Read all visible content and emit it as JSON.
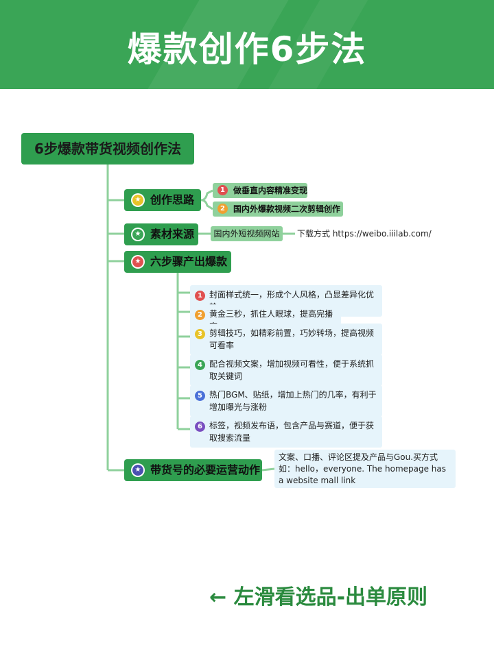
{
  "banner": {
    "title": "爆款创作6步法"
  },
  "mindmap": {
    "root": "6步爆款带货视频创作法",
    "branches": {
      "ideas": {
        "label": "创作思路",
        "star_color": "#e8c328",
        "items": [
          {
            "num": "1",
            "text": "做垂直内容精准变现",
            "color": "#e05050"
          },
          {
            "num": "2",
            "text": "国内外爆款视频二次剪辑创作",
            "color": "#f0a030"
          }
        ]
      },
      "sources": {
        "label": "素材来源",
        "star_color": "#3aa556",
        "item": "国内外短视频网站",
        "download": "下载方式 https://weibo.iiilab.com/"
      },
      "steps": {
        "label": "六步骤产出爆款",
        "star_color": "#e05050",
        "items": [
          {
            "num": "1",
            "text": "封面样式统一，形成个人风格，凸显差异化优势",
            "color": "#e05050"
          },
          {
            "num": "2",
            "text": "黄金三秒，抓住人眼球，提高完播率",
            "color": "#f0a030"
          },
          {
            "num": "3",
            "text": "剪辑技巧，如精彩前置，巧妙转场，提高视频可看率",
            "color": "#e8c328"
          },
          {
            "num": "4",
            "text": "配合视频文案，增加视频可看性，便于系统抓取关键词",
            "color": "#3aa556"
          },
          {
            "num": "5",
            "text": "热门BGM、贴纸，增加上热门的几率，有利于增加曝光与涨粉",
            "color": "#4a70d8"
          },
          {
            "num": "6",
            "text": "标签，视频发布语，包含产品与赛道，便于获取搜索流量",
            "color": "#7a4ec0"
          }
        ]
      },
      "ops": {
        "label": "带货号的必要运营动作",
        "star_color": "#4a50b0",
        "note": "文案、口播、评论区提及产品与Gou.买方式 如：hello，everyone. The homepage has a website mall link"
      }
    }
  },
  "footer": {
    "link": "← 左滑看选品-出单原则"
  },
  "colors": {
    "brand_green": "#3aa556",
    "node_green": "#2f9e4f",
    "leaf_green": "#8fd19c",
    "leaf_blue": "#e6f4fb"
  }
}
